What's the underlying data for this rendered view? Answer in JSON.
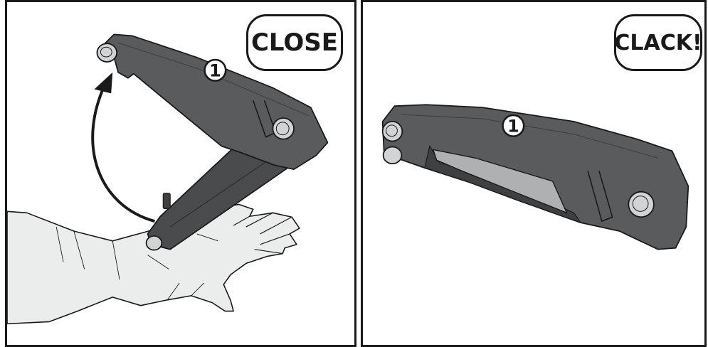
{
  "panels": [
    {
      "badge_text": "CLOSE",
      "callout_number": "1"
    },
    {
      "badge_text": "CLACK!",
      "callout_number": "1"
    }
  ],
  "colors": {
    "frame": "#1a1a1a",
    "tool_body": "#5a5b5d",
    "tool_shade": "#3f4042",
    "inner_panel": "#aeb0b2",
    "hand_fill": "#ebecec",
    "knob": "#d2d3d4"
  }
}
